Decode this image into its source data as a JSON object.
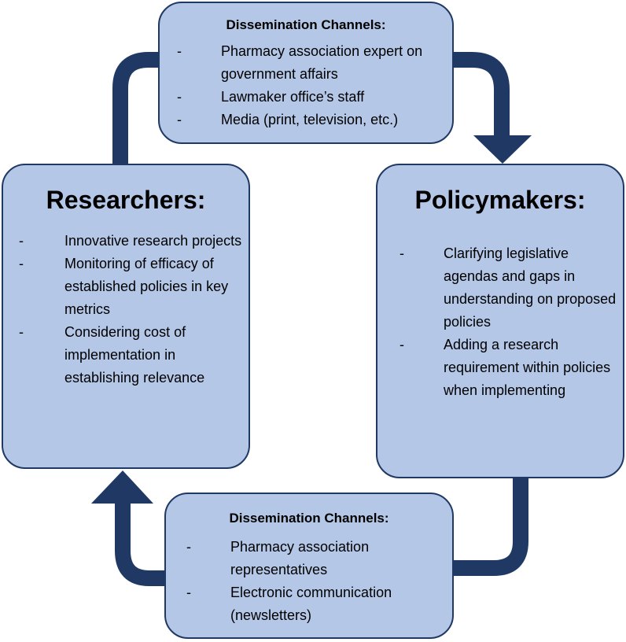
{
  "colors": {
    "box_fill": "#b4c7e7",
    "box_border": "#1f3864",
    "arrow": "#1f3864"
  },
  "top_channels": {
    "title": "Dissemination Channels:",
    "bullet": "-",
    "items": [
      "Pharmacy association expert on government affairs",
      "Lawmaker office’s staff",
      "Media (print, television, etc.)"
    ]
  },
  "researchers": {
    "title": "Researchers:",
    "bullet": "-",
    "items": [
      "Innovative research projects",
      "Monitoring of efficacy of established policies in key metrics",
      "Considering cost of implementation in establishing relevance"
    ]
  },
  "policymakers": {
    "title": "Policymakers:",
    "bullet": "-",
    "items": [
      "Clarifying legislative agendas and gaps in understanding on proposed policies",
      "Adding a research requirement within policies when implementing"
    ]
  },
  "bottom_channels": {
    "title": "Dissemination Channels:",
    "bullet": "-",
    "items": [
      "Pharmacy association representatives",
      "Electronic communication (newsletters)"
    ]
  }
}
